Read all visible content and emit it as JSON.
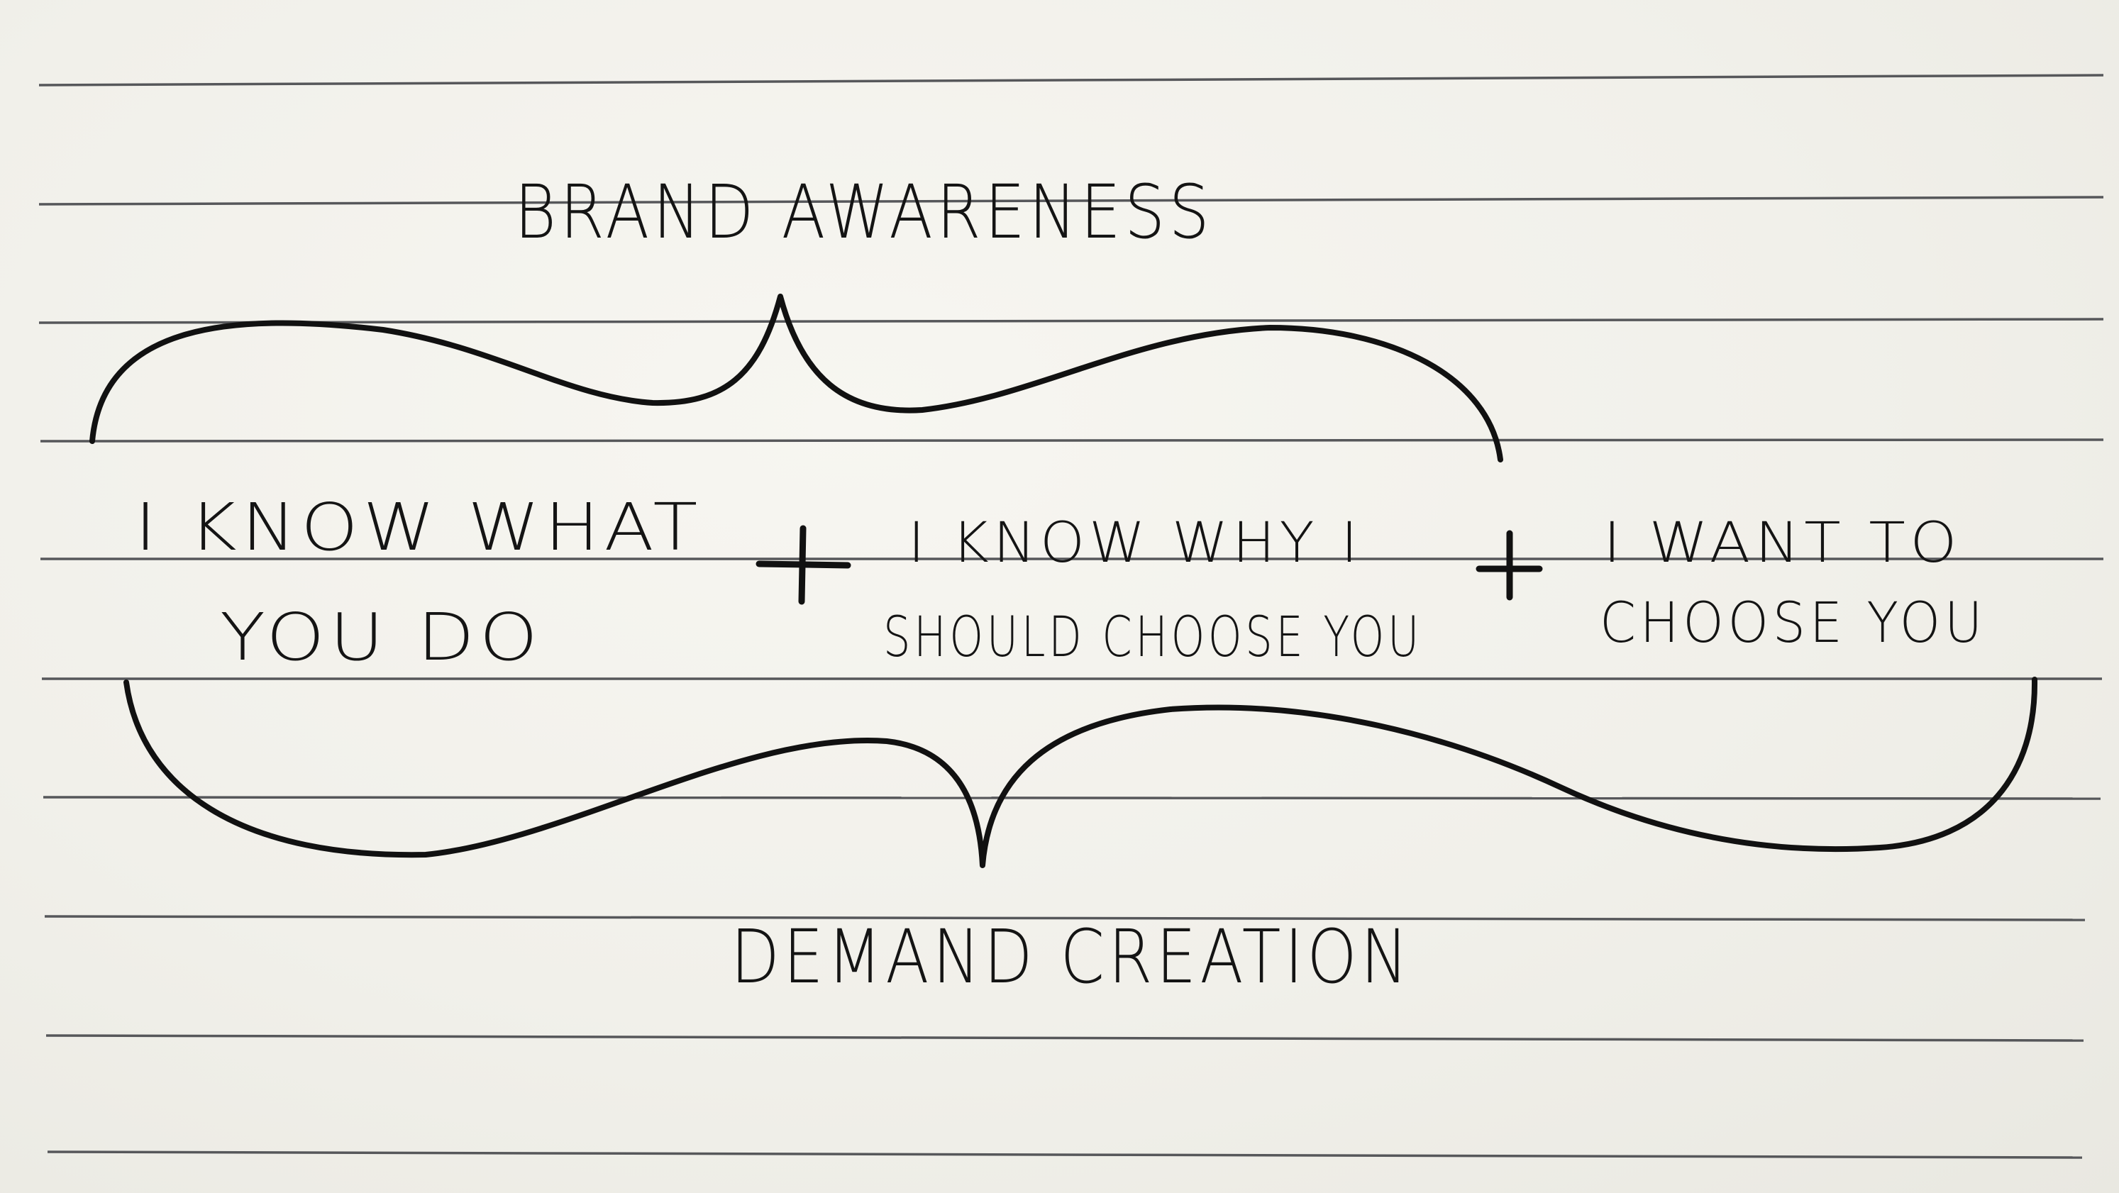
{
  "diagram": {
    "top_label": "BRAND AWARENESS",
    "bottom_label": "DEMAND CREATION",
    "statements": [
      {
        "line1": "I KNOW WHAT",
        "line2": "YOU DO"
      },
      {
        "line1": "I KNOW WHY I",
        "line2": "SHOULD CHOOSE YOU"
      },
      {
        "line1": "I WANT TO",
        "line2": "CHOOSE YOU"
      }
    ],
    "operators": [
      "+",
      "+"
    ],
    "ink_color": "#111111",
    "paper_color": "#f3f2ec",
    "rule_color": "#56575a"
  }
}
